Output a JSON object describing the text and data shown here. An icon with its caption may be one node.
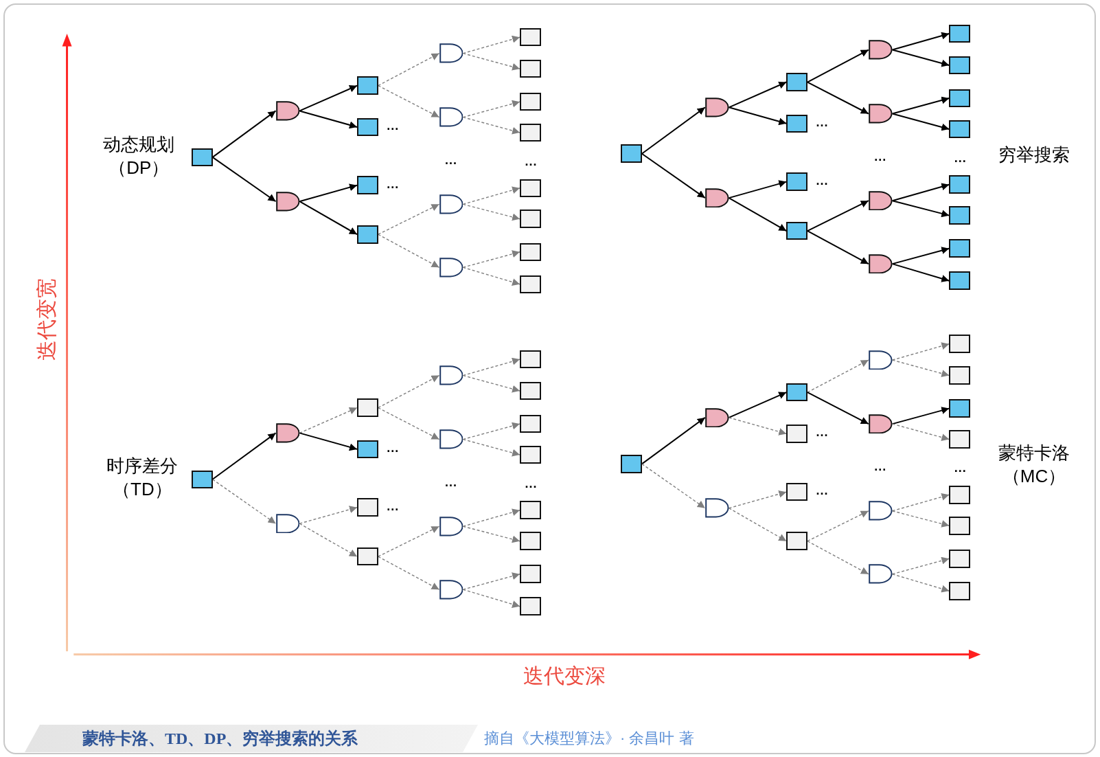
{
  "diagram": {
    "caption": "蒙特卡洛、TD、DP、穷举搜索的关系",
    "nodes": [
      {
        "text": [],
        "shape": "box"
      },
      {
        "text": [],
        "shape": "semicircle"
      },
      {
        "text": [],
        "shape": "semicircle"
      },
      {
        "text": [],
        "shape": "box"
      },
      {
        "text": [],
        "shape": "box"
      },
      {
        "text": [],
        "shape": "box"
      },
      {
        "text": [],
        "shape": "box"
      },
      {
        "text": [],
        "shape": "semicircle"
      },
      {
        "text": [],
        "shape": "semicircle"
      },
      {
        "text": [],
        "shape": "semicircle"
      },
      {
        "text": [],
        "shape": "semicircle"
      },
      {
        "text": [],
        "shape": "box"
      },
      {
        "text": [],
        "shape": "box"
      },
      {
        "text": [],
        "shape": "box"
      },
      {
        "text": [],
        "shape": "box"
      },
      {
        "text": [],
        "shape": "box"
      },
      {
        "text": [],
        "shape": "box"
      },
      {
        "text": [],
        "shape": "box"
      },
      {
        "text": [],
        "shape": "box"
      },
      {
        "text": [],
        "shape": "box"
      },
      {
        "text": [],
        "shape": "semicircle"
      },
      {
        "text": [],
        "shape": "semicircle"
      },
      {
        "text": [],
        "shape": "box"
      },
      {
        "text": [],
        "shape": "box"
      },
      {
        "text": [],
        "shape": "box"
      },
      {
        "text": [],
        "shape": "box"
      },
      {
        "text": [],
        "shape": "semicircle"
      },
      {
        "text": [],
        "shape": "semicircle"
      },
      {
        "text": [],
        "shape": "semicircle"
      },
      {
        "text": [],
        "shape": "semicircle"
      },
      {
        "text": [],
        "shape": "box"
      },
      {
        "text": [],
        "shape": "box"
      },
      {
        "text": [],
        "shape": "box"
      },
      {
        "text": [],
        "shape": "box"
      },
      {
        "text": [],
        "shape": "box"
      },
      {
        "text": [],
        "shape": "box"
      },
      {
        "text": [],
        "shape": "box"
      },
      {
        "text": [],
        "shape": "box"
      },
      {
        "text": [],
        "shape": "box"
      },
      {
        "text": [],
        "shape": "semicircle"
      },
      {
        "text": [],
        "shape": "semicircle"
      },
      {
        "text": [],
        "shape": "box"
      },
      {
        "text": [],
        "shape": "box"
      },
      {
        "text": [],
        "shape": "box"
      },
      {
        "text": [],
        "shape": "box"
      },
      {
        "text": [],
        "shape": "semicircle"
      },
      {
        "text": [],
        "shape": "semicircle"
      },
      {
        "text": [],
        "shape": "semicircle"
      },
      {
        "text": [],
        "shape": "semicircle"
      },
      {
        "text": [],
        "shape": "box"
      },
      {
        "text": [],
        "shape": "box"
      },
      {
        "text": [],
        "shape": "box"
      },
      {
        "text": [],
        "shape": "box"
      },
      {
        "text": [],
        "shape": "box"
      },
      {
        "text": [],
        "shape": "box"
      },
      {
        "text": [],
        "shape": "box"
      },
      {
        "text": [],
        "shape": "box"
      },
      {
        "text": [],
        "shape": "box"
      },
      {
        "text": [],
        "shape": "semicircle"
      },
      {
        "text": [],
        "shape": "semicircle"
      },
      {
        "text": [],
        "shape": "box"
      },
      {
        "text": [],
        "shape": "box"
      },
      {
        "text": [],
        "shape": "box"
      },
      {
        "text": [],
        "shape": "box"
      },
      {
        "text": [],
        "shape": "semicircle"
      },
      {
        "text": [],
        "shape": "semicircle"
      },
      {
        "text": [],
        "shape": "semicircle"
      },
      {
        "text": [],
        "shape": "semicircle"
      },
      {
        "text": [],
        "shape": "box"
      },
      {
        "text": [],
        "shape": "box"
      },
      {
        "text": [],
        "shape": "box"
      },
      {
        "text": [],
        "shape": "box"
      },
      {
        "text": [],
        "shape": "box"
      },
      {
        "text": [],
        "shape": "box"
      },
      {
        "text": [],
        "shape": "box"
      },
      {
        "text": [],
        "shape": "box"
      }
    ],
    "edges": [
      {
        "from": 0,
        "to": 1,
        "arrow": "to",
        "color": "#000000"
      },
      {
        "from": 0,
        "to": 2,
        "arrow": "to",
        "color": "#000000"
      },
      {
        "from": 1,
        "to": 3,
        "arrow": "to",
        "color": "#000000"
      },
      {
        "from": 1,
        "to": 4,
        "arrow": "to",
        "color": "#000000"
      },
      {
        "from": 2,
        "to": 5,
        "arrow": "to",
        "color": "#000000"
      },
      {
        "from": 2,
        "to": 6,
        "arrow": "to",
        "color": "#000000"
      },
      {
        "from": 3,
        "to": 7,
        "arrow": "to",
        "style": "dashed"
      },
      {
        "from": 3,
        "to": 8,
        "arrow": "to",
        "style": "dashed"
      },
      {
        "from": 6,
        "to": 9,
        "arrow": "to",
        "style": "dashed"
      },
      {
        "from": 6,
        "to": 10,
        "arrow": "to",
        "style": "dashed"
      },
      {
        "from": 7,
        "to": 11,
        "arrow": "to",
        "style": "dashed"
      },
      {
        "from": 7,
        "to": 12,
        "arrow": "to",
        "style": "dashed"
      },
      {
        "from": 8,
        "to": 13,
        "arrow": "to",
        "style": "dashed"
      },
      {
        "from": 8,
        "to": 14,
        "arrow": "to",
        "style": "dashed"
      },
      {
        "from": 9,
        "to": 15,
        "arrow": "to",
        "style": "dashed"
      },
      {
        "from": 9,
        "to": 16,
        "arrow": "to",
        "style": "dashed"
      },
      {
        "from": 10,
        "to": 17,
        "arrow": "to",
        "style": "dashed"
      },
      {
        "from": 10,
        "to": 18,
        "arrow": "to",
        "style": "dashed"
      },
      {
        "from": 19,
        "to": 20,
        "arrow": "to",
        "color": "#000000"
      },
      {
        "from": 19,
        "to": 21,
        "arrow": "to",
        "color": "#000000"
      },
      {
        "from": 20,
        "to": 22,
        "arrow": "to",
        "color": "#000000"
      },
      {
        "from": 20,
        "to": 23,
        "arrow": "to",
        "color": "#000000"
      },
      {
        "from": 21,
        "to": 24,
        "arrow": "to",
        "color": "#000000"
      },
      {
        "from": 21,
        "to": 25,
        "arrow": "to",
        "color": "#000000"
      },
      {
        "from": 22,
        "to": 26,
        "arrow": "to",
        "color": "#000000"
      },
      {
        "from": 22,
        "to": 27,
        "arrow": "to",
        "color": "#000000"
      },
      {
        "from": 25,
        "to": 28,
        "arrow": "to",
        "color": "#000000"
      },
      {
        "from": 25,
        "to": 29,
        "arrow": "to",
        "color": "#000000"
      },
      {
        "from": 26,
        "to": 30,
        "arrow": "to",
        "color": "#000000"
      },
      {
        "from": 26,
        "to": 31,
        "arrow": "to",
        "color": "#000000"
      },
      {
        "from": 27,
        "to": 32,
        "arrow": "to",
        "color": "#000000"
      },
      {
        "from": 27,
        "to": 33,
        "arrow": "to",
        "color": "#000000"
      },
      {
        "from": 28,
        "to": 34,
        "arrow": "to",
        "color": "#000000"
      },
      {
        "from": 28,
        "to": 35,
        "arrow": "to",
        "color": "#000000"
      },
      {
        "from": 29,
        "to": 36,
        "arrow": "to",
        "color": "#000000"
      },
      {
        "from": 29,
        "to": 37,
        "arrow": "to",
        "color": "#000000"
      },
      {
        "from": 38,
        "to": 39,
        "arrow": "to",
        "color": "#000000"
      },
      {
        "from": 38,
        "to": 40,
        "arrow": "to",
        "style": "dashed"
      },
      {
        "from": 39,
        "to": 41,
        "arrow": "to",
        "style": "dashed"
      },
      {
        "from": 39,
        "to": 42,
        "arrow": "to",
        "color": "#000000"
      },
      {
        "from": 40,
        "to": 43,
        "arrow": "to",
        "style": "dashed"
      },
      {
        "from": 40,
        "to": 44,
        "arrow": "to",
        "style": "dashed"
      },
      {
        "from": 41,
        "to": 45,
        "arrow": "to",
        "style": "dashed"
      },
      {
        "from": 41,
        "to": 46,
        "arrow": "to",
        "style": "dashed"
      },
      {
        "from": 44,
        "to": 47,
        "arrow": "to",
        "style": "dashed"
      },
      {
        "from": 44,
        "to": 48,
        "arrow": "to",
        "style": "dashed"
      },
      {
        "from": 45,
        "to": 49,
        "arrow": "to",
        "style": "dashed"
      },
      {
        "from": 45,
        "to": 50,
        "arrow": "to",
        "style": "dashed"
      },
      {
        "from": 46,
        "to": 51,
        "arrow": "to",
        "style": "dashed"
      },
      {
        "from": 46,
        "to": 52,
        "arrow": "to",
        "style": "dashed"
      },
      {
        "from": 47,
        "to": 53,
        "arrow": "to",
        "style": "dashed"
      },
      {
        "from": 47,
        "to": 54,
        "arrow": "to",
        "style": "dashed"
      },
      {
        "from": 48,
        "to": 55,
        "arrow": "to",
        "style": "dashed"
      },
      {
        "from": 48,
        "to": 56,
        "arrow": "to",
        "style": "dashed"
      },
      {
        "from": 57,
        "to": 58,
        "arrow": "to",
        "color": "#000000"
      },
      {
        "from": 57,
        "to": 59,
        "arrow": "to",
        "style": "dashed"
      },
      {
        "from": 58,
        "to": 60,
        "arrow": "to",
        "color": "#000000"
      },
      {
        "from": 58,
        "to": 61,
        "arrow": "to",
        "style": "dashed"
      },
      {
        "from": 59,
        "to": 62,
        "arrow": "to",
        "style": "dashed"
      },
      {
        "from": 59,
        "to": 63,
        "arrow": "to",
        "style": "dashed"
      },
      {
        "from": 60,
        "to": 64,
        "arrow": "to",
        "style": "dashed"
      },
      {
        "from": 60,
        "to": 65,
        "arrow": "to",
        "color": "#000000"
      },
      {
        "from": 63,
        "to": 66,
        "arrow": "to",
        "style": "dashed"
      },
      {
        "from": 63,
        "to": 67,
        "arrow": "to",
        "style": "dashed"
      },
      {
        "from": 64,
        "to": 68,
        "arrow": "to",
        "style": "dashed"
      },
      {
        "from": 64,
        "to": 69,
        "arrow": "to",
        "style": "dashed"
      },
      {
        "from": 65,
        "to": 70,
        "arrow": "to",
        "color": "#000000"
      },
      {
        "from": 65,
        "to": 71,
        "arrow": "to",
        "style": "dashed"
      },
      {
        "from": 66,
        "to": 72,
        "arrow": "to",
        "style": "dashed"
      },
      {
        "from": 66,
        "to": 73,
        "arrow": "to",
        "style": "dashed"
      },
      {
        "from": 67,
        "to": 74,
        "arrow": "to",
        "style": "dashed"
      },
      {
        "from": 67,
        "to": 75,
        "arrow": "to",
        "style": "dashed"
      }
    ],
    "labels": [
      "动态规划（DP）",
      "穷举搜索",
      "迭代变宽",
      "时序差分（TD）",
      "蒙特卡洛（MC）",
      "迭代变深",
      "摘自《大模型算法》· 余昌叶 著",
      "...",
      "...",
      "...",
      "...",
      "...",
      "...",
      "...",
      "...",
      "...",
      "...",
      "...",
      "...",
      "...",
      "...",
      "...",
      "..."
    ]
  }
}
